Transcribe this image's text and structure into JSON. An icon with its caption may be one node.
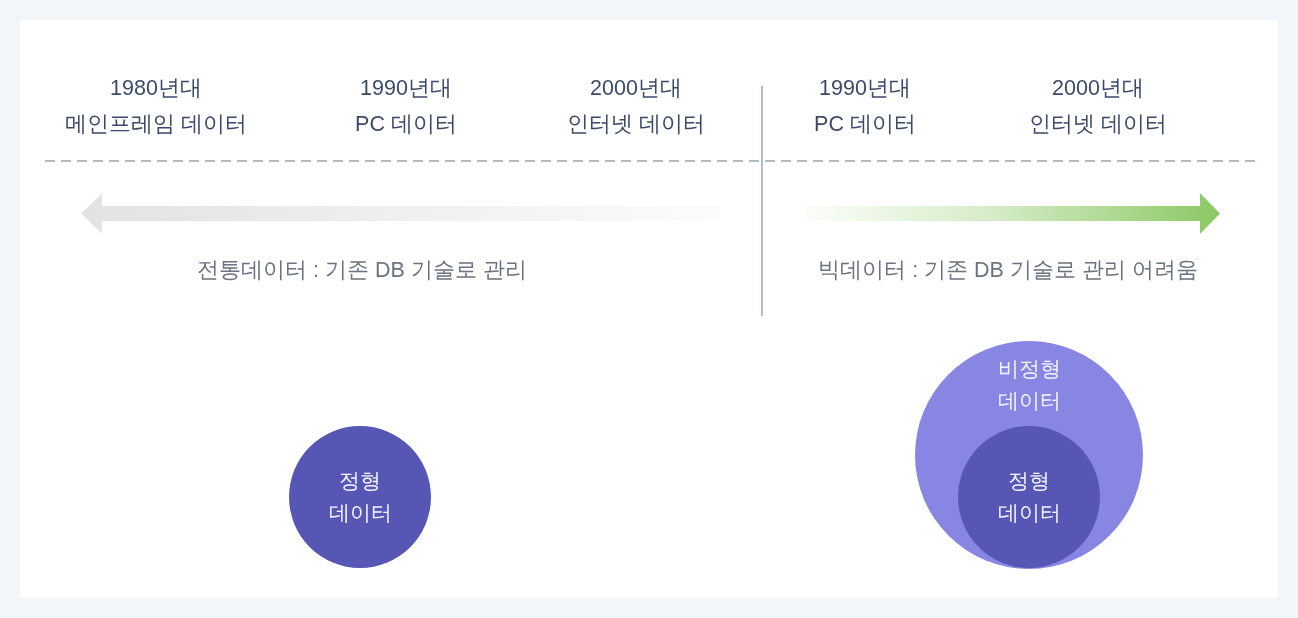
{
  "diagram": {
    "nodes": [
      {
        "text": [
          "정형 데이터"
        ]
      },
      {
        "text": [
          "비정형 데이터"
        ]
      },
      {
        "text": [
          "정형 데이터"
        ],
        "in": 1
      }
    ],
    "labels": [
      "1980년대 메인프레임 데이터",
      "1990년대 PC 데이터",
      "2000년대 인터넷 데이터",
      "1990년대 PC 데이터",
      "2000년대 인터넷 데이터",
      "전통데이터 : 기존 DB 기술로 관리",
      "빅데이터 : 기존 DB 기술로 관리 어려움"
    ]
  }
}
